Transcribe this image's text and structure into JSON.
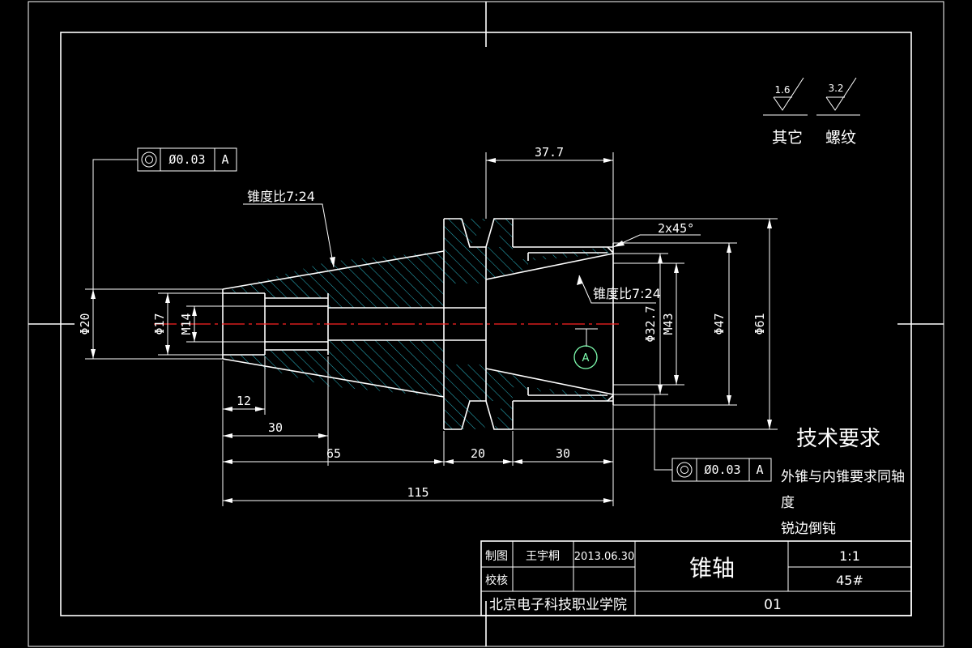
{
  "surface_finish": {
    "general": {
      "value": "1.6",
      "label": "其它"
    },
    "thread": {
      "value": "3.2",
      "label": "螺纹"
    }
  },
  "tolerance_frames": [
    {
      "symbol": "◎",
      "value": "Ø0.03",
      "datum": "A"
    },
    {
      "symbol": "◎",
      "value": "Ø0.03",
      "datum": "A"
    }
  ],
  "annotations": {
    "outer_taper": "锥度比7:24",
    "inner_taper": "锥度比7:24",
    "chamfer": "2x45°",
    "datum_label": "A"
  },
  "dimensions": {
    "width_37_7": "37.7",
    "len_12": "12",
    "len_30_left": "30",
    "len_65": "65",
    "len_20": "20",
    "len_30_right": "30",
    "len_115": "115",
    "dia_20": "Φ20",
    "dia_17": "Φ17",
    "thread_m14": "M14",
    "dia_32_7": "Φ32.7",
    "thread_m43": "M43",
    "dia_47": "Φ47",
    "dia_61": "Φ61"
  },
  "tech_requirements": {
    "title": "技术要求",
    "line1": "外锥与内锥要求同轴",
    "line2": "度",
    "line3": "锐边倒钝"
  },
  "title_block": {
    "drawn_by_label": "制图",
    "drawn_by": "王宇桐",
    "date": "2013.06.30",
    "checked_label": "校核",
    "part_name": "锥轴",
    "scale": "1:1",
    "material": "45#",
    "school": "北京电子科技职业学院",
    "drawing_no": "01"
  }
}
